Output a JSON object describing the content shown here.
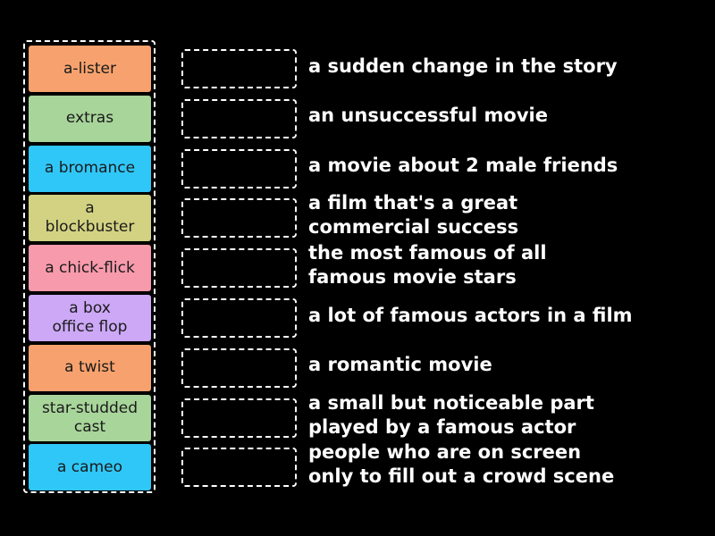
{
  "tiles": [
    {
      "label": "a-lister",
      "color": "#f7a26e"
    },
    {
      "label": "extras",
      "color": "#a8d59a"
    },
    {
      "label": "a bromance",
      "color": "#2fc7f7"
    },
    {
      "label": "a\nblockbuster",
      "color": "#d2d282"
    },
    {
      "label": "a chick-flick",
      "color": "#f79aac"
    },
    {
      "label": "a box\noffice flop",
      "color": "#cca8f7"
    },
    {
      "label": "a twist",
      "color": "#f7a26e"
    },
    {
      "label": "star-studded\ncast",
      "color": "#a8d59a"
    },
    {
      "label": "a cameo",
      "color": "#2fc7f7"
    }
  ],
  "definitions": [
    "a sudden change in the story",
    "an unsuccessful movie",
    "a movie about 2 male friends",
    "a film that's a great\ncommercial success",
    "the most famous of all\nfamous movie stars",
    "a lot of famous actors in a film",
    "a romantic movie",
    "a small but noticeable part\nplayed by a famous actor",
    "people who are on screen\nonly to fill out a crowd scene"
  ]
}
